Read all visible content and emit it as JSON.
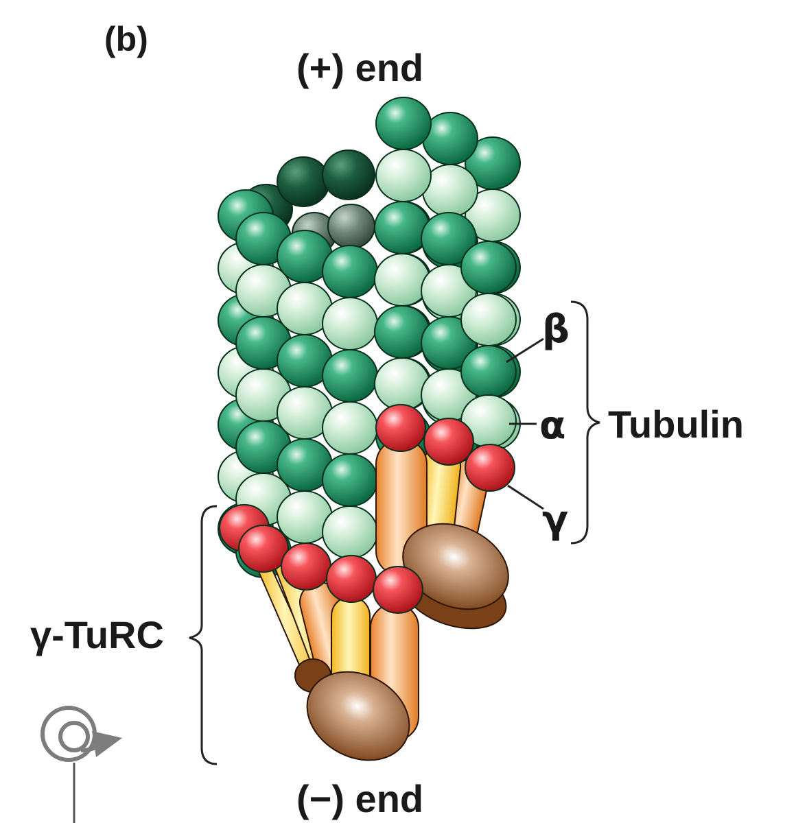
{
  "panel_label": "(b)",
  "labels": {
    "plus_end": "(+) end",
    "minus_end": "(−) end",
    "beta": "β",
    "alpha": "α",
    "gamma": "γ",
    "tubulin": "Tubulin",
    "gamma_turc": "γ-TuRC"
  },
  "icons": [
    "rotate-icon"
  ],
  "colors": {
    "beta_tubulin": "#1f9a63",
    "alpha_tubulin": "#bfe6c8",
    "gamma_tubulin": "#e8303a",
    "gcp_orange": "#f4963e",
    "gcp_yellow": "#ffd23a",
    "cap_brown": "#8a4f24"
  }
}
